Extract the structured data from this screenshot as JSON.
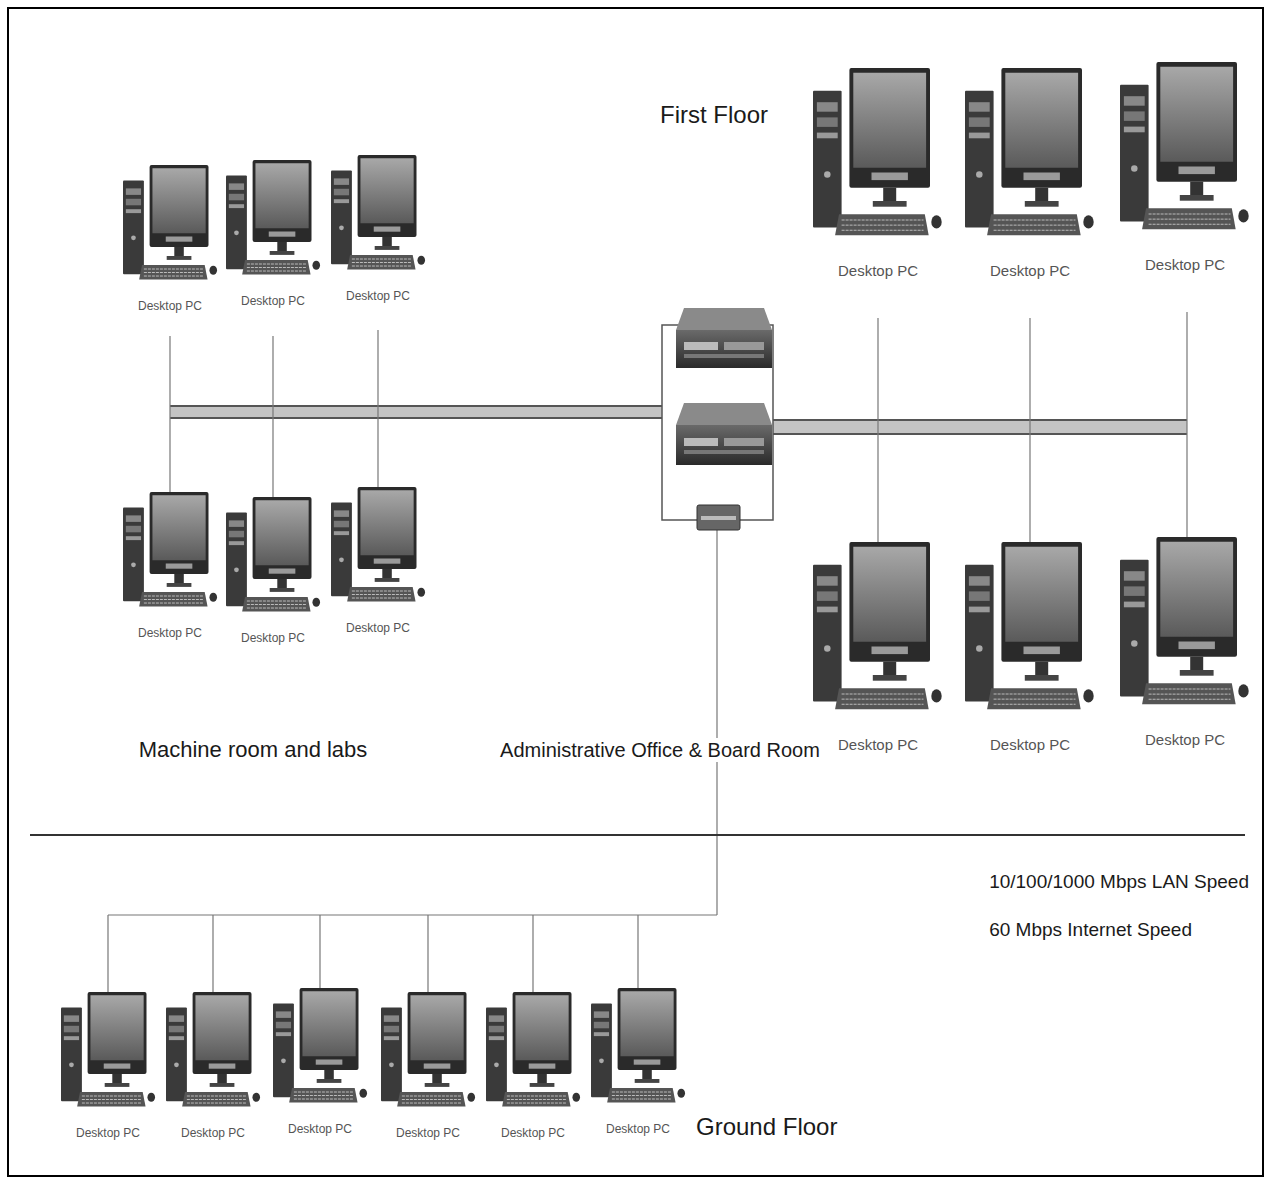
{
  "diagram": {
    "nodes": [
      {
        "text": [
          "Desktop PC"
        ]
      },
      {
        "text": [
          "Desktop PC"
        ]
      },
      {
        "text": [
          "Desktop PC"
        ]
      },
      {
        "text": [
          "Desktop PC"
        ]
      },
      {
        "text": [
          "Desktop PC"
        ]
      },
      {
        "text": [
          "Desktop PC"
        ]
      },
      {
        "text": [
          "Desktop PC"
        ]
      },
      {
        "text": [
          "Desktop PC"
        ]
      },
      {
        "text": [
          "Desktop PC"
        ]
      },
      {
        "text": [
          "Desktop PC"
        ]
      },
      {
        "text": [
          "Desktop PC"
        ]
      },
      {
        "text": [
          "Desktop PC"
        ]
      },
      {
        "text": [
          "Desktop PC"
        ]
      },
      {
        "text": [
          "Desktop PC"
        ]
      },
      {
        "text": [
          "Desktop PC"
        ]
      },
      {
        "text": [
          "Desktop PC"
        ]
      },
      {
        "text": [
          "Desktop PC"
        ]
      },
      {
        "text": [
          "Desktop PC"
        ]
      }
    ],
    "labels": [
      "First Floor",
      "Machine room and labs",
      "Administrative Office & Board Room",
      "10/100/1000 Mbps LAN Speed",
      "60 Mbps Internet Speed",
      "Ground Floor"
    ]
  }
}
